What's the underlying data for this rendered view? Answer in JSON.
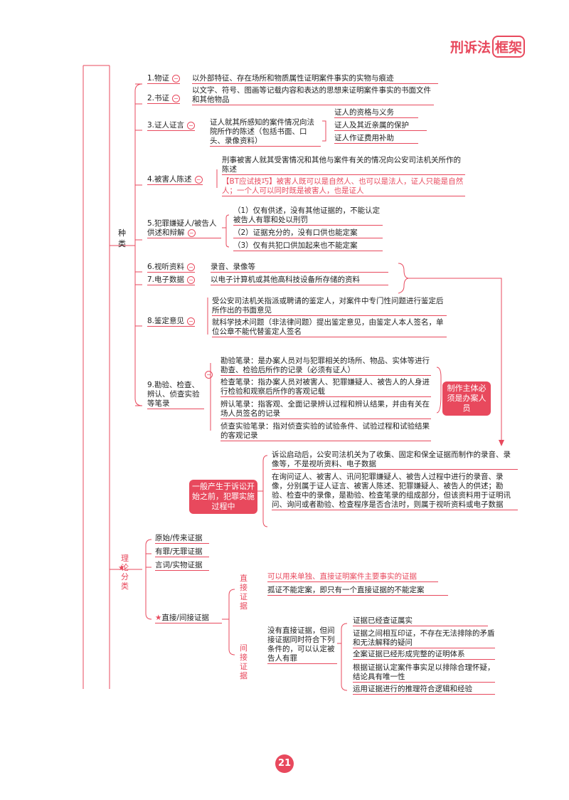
{
  "header": {
    "brand": "刑诉法",
    "brand_box": "框架"
  },
  "zhonglei": {
    "label": "种类",
    "items": [
      {
        "title": "1.物证",
        "desc": "以外部特征、存在场所和物质属性证明案件事实的实物与痕迹"
      },
      {
        "title": "2.书证",
        "desc": "以文字、符号、图画等记载内容和表达的思想来证明案件事实的书面文件和其他物品"
      },
      {
        "title": "3.证人证言",
        "desc": "证人就其所感知的案件情况向法院所作的陈述（包括书面、口头、录像资料）",
        "subs": [
          "证人的资格与义务",
          "证人及其近亲属的保护",
          "证人作证费用补助"
        ]
      },
      {
        "title": "4.被害人陈述",
        "desc": "刑事被害人就其受害情况和其他与案件有关的情况向公安司法机关所作的陈述",
        "tip": "【BT应试技巧】被害人既可以是自然人、也可以是法人，证人只能是自然人；一个人可以同时既是被害人，也是证人"
      },
      {
        "title": "5.犯罪嫌疑人/被告人供述和辩解",
        "subs": [
          "（1）仅有供述，没有其他证据的，不能认定被告人有罪和处以刑罚",
          "（2）证据充分的，没有口供也能定案",
          "（3）仅有共犯口供加起来也不能定案"
        ]
      },
      {
        "title": "6.视听资料",
        "desc": "录音、录像等"
      },
      {
        "title": "7.电子数据",
        "desc": "以电子计算机或其他高科技设备所存储的资料"
      },
      {
        "title": "8.鉴定意见",
        "subs": [
          "受公安司法机关指派或聘请的鉴定人，对案件中专门性问题进行鉴定后所作出的书面意见",
          "就科学技术问题（非法律问题）提出鉴定意见，由鉴定人本人签名，单位公章不能代替鉴定人签名"
        ]
      },
      {
        "title": "9.勘验、检查、辨认、侦查实验等笔录",
        "subs": [
          "勘验笔录：是办案人员对与犯罪相关的场所、物品、实体等进行勘查、检验后所作的记录（必须有证人）",
          "检查笔录：指办案人员对被害人、犯罪嫌疑人、被告人的人身进行检验和观察后所作的客观记载",
          "辨认笔录：指客观、全面记录辨认过程和辨认结果，并由有关在场人员签名的记录",
          "侦查实验笔录：指对侦查实验的试验条件、试验过程和试验结果的客观记录"
        ],
        "note": "制作主体必须是办案人员"
      }
    ],
    "av": {
      "pill": "一般产生于诉讼开始之前，犯罪实施过程中",
      "line1": "诉讼启动后，公安司法机关为了收集、固定和保全证据而制作的录音、录像等，不是视听资料、电子数据",
      "line2": "在询问证人、被害人、讯问犯罪嫌疑人、被告人过程中进行的录音、录像，分别属于证人证言、被害人陈述、犯罪嫌疑人、被告人的供述；勘验、检查中的录像，是勘验、检查笔录的组成部分，但该资料用于证明讯问、询问或者勘验、检查程序是否合法时，则属于视听资料或电子数据"
    }
  },
  "lilun": {
    "label": "理论分类",
    "items": [
      "原始/传来证据",
      "有罪/无罪证据",
      "言词/实物证据"
    ],
    "direct_indirect": "直接/间接证据",
    "direct": {
      "label": "直接证据",
      "lines": [
        "可以用来单独、直接证明案件主要事实的证据",
        "孤证不能定案，即只有一个直接证据的不能定案"
      ]
    },
    "indirect": {
      "label": "间接证据",
      "intro": "没有直接证据，但间接证据同时符合下列条件的，可以认定被告人有罪",
      "conds": [
        "证据已经查证属实",
        "证据之间相互印证，不存在无法排除的矛盾和无法解释的疑问",
        "全案证据已经形成完整的证明体系",
        "根据证据认定案件事实足以排除合理怀疑，结论具有唯一性",
        "运用证据进行的推理符合逻辑和经验"
      ]
    }
  },
  "page_number": "21",
  "colors": {
    "accent": "#e8495d"
  }
}
